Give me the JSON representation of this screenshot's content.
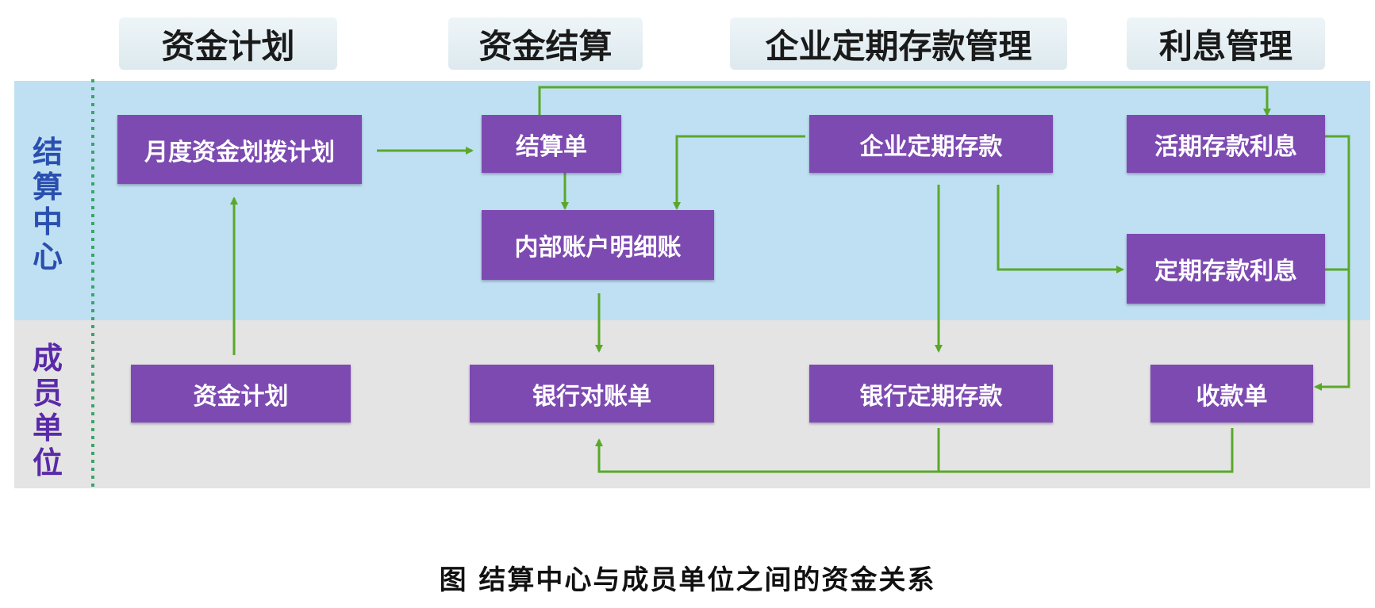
{
  "columns": [
    "资金计划",
    "资金结算",
    "企业定期存款管理",
    "利息管理"
  ],
  "rows": {
    "top": [
      "结",
      "算",
      "中",
      "心"
    ],
    "bottom": [
      "成",
      "员",
      "单",
      "位"
    ]
  },
  "nodes": {
    "monthly_plan": "月度资金划拨计划",
    "settlement_slip": "结算单",
    "internal_ledger": "内部账户明细账",
    "enterprise_deposit": "企业定期存款",
    "demand_interest": "活期存款利息",
    "fixed_interest": "定期存款利息",
    "fund_plan": "资金计划",
    "bank_statement": "银行对账单",
    "bank_deposit": "银行定期存款",
    "receipt": "收款单"
  },
  "caption": "图  结算中心与成员单位之间的资金关系",
  "colors": {
    "box": "#7d4ab2",
    "band_top": "#bfe0f2",
    "band_bottom": "#e4e4e4",
    "arrow": "#5aa82a",
    "divider": "#3aa56a"
  }
}
